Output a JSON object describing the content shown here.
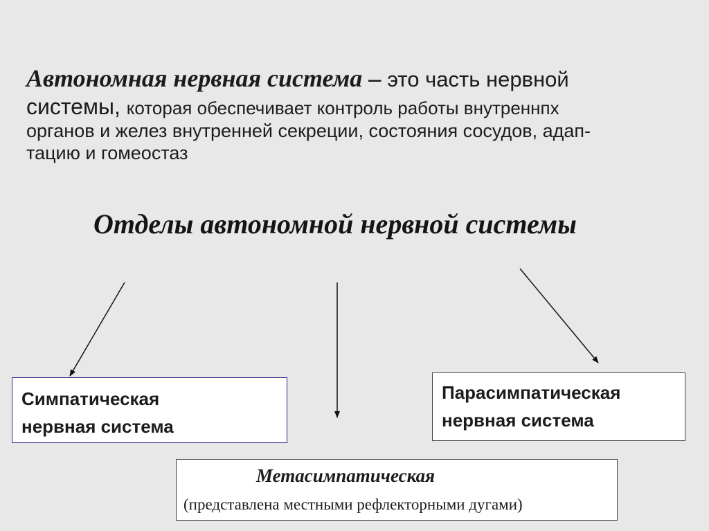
{
  "definition": {
    "term": "Автономная нервная система",
    "dash": "–",
    "line1_rest": "это часть нервной",
    "line2_start": "системы,",
    "line2_rest": "которая  обеспечивает контроль работы внутреннпх",
    "line3": "органов  и желез внутренней секреции, состояния сосудов, адап-",
    "line4": "тацию и гомеостаз"
  },
  "heading": "Отделы автономной нервной системы",
  "divisions": {
    "sympathetic": {
      "line1": "Симпатическая",
      "line2": "нервная система"
    },
    "parasympathetic": {
      "line1": "Парасимпатическая",
      "line2": "нервная система"
    },
    "metasympathetic": {
      "title": "Метасимпатическая",
      "note": "(представлена местными  рефлекторными дугами)"
    }
  }
}
